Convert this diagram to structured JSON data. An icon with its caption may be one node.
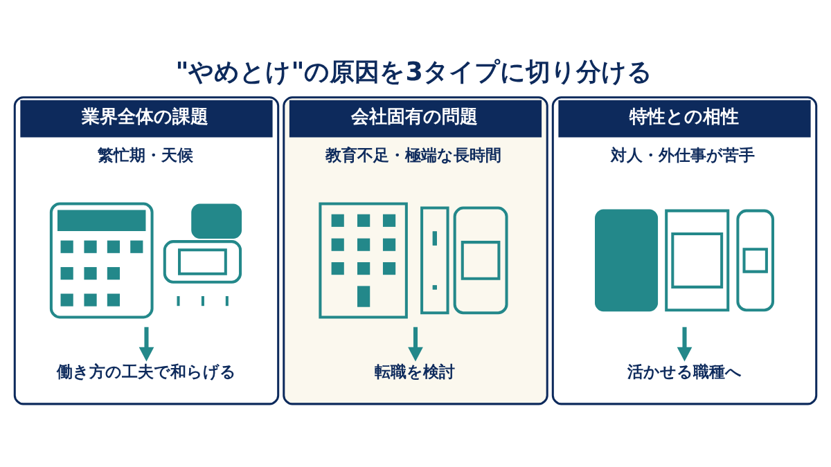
{
  "diagram": {
    "title": "\"やめとけ\"の原因を3タイプに切り分ける",
    "nodes": [
      {
        "text": [
          "業界全体の課題",
          "繁忙期・天候"
        ]
      },
      {
        "text": [],
        "shape": "picture",
        "in": 0
      },
      {
        "text": [
          "働き方の工夫で和らげる"
        ],
        "in": 0
      },
      {
        "text": [
          "会社固有の問題",
          "教育不足・極端な長時間"
        ]
      },
      {
        "text": [],
        "shape": "picture",
        "in": 3
      },
      {
        "text": [
          "転職を検討"
        ],
        "in": 3
      },
      {
        "text": [
          "特性との相性",
          "対人・外仕事が苦手"
        ]
      },
      {
        "text": [],
        "shape": "picture",
        "in": 6
      },
      {
        "text": [
          "活かせる職種へ"
        ],
        "in": 6
      }
    ],
    "edges": [
      {
        "from": 1,
        "to": 2,
        "arrow": "to"
      },
      {
        "from": 4,
        "to": 5,
        "arrow": "to"
      },
      {
        "from": 7,
        "to": 8,
        "arrow": "to"
      }
    ]
  }
}
